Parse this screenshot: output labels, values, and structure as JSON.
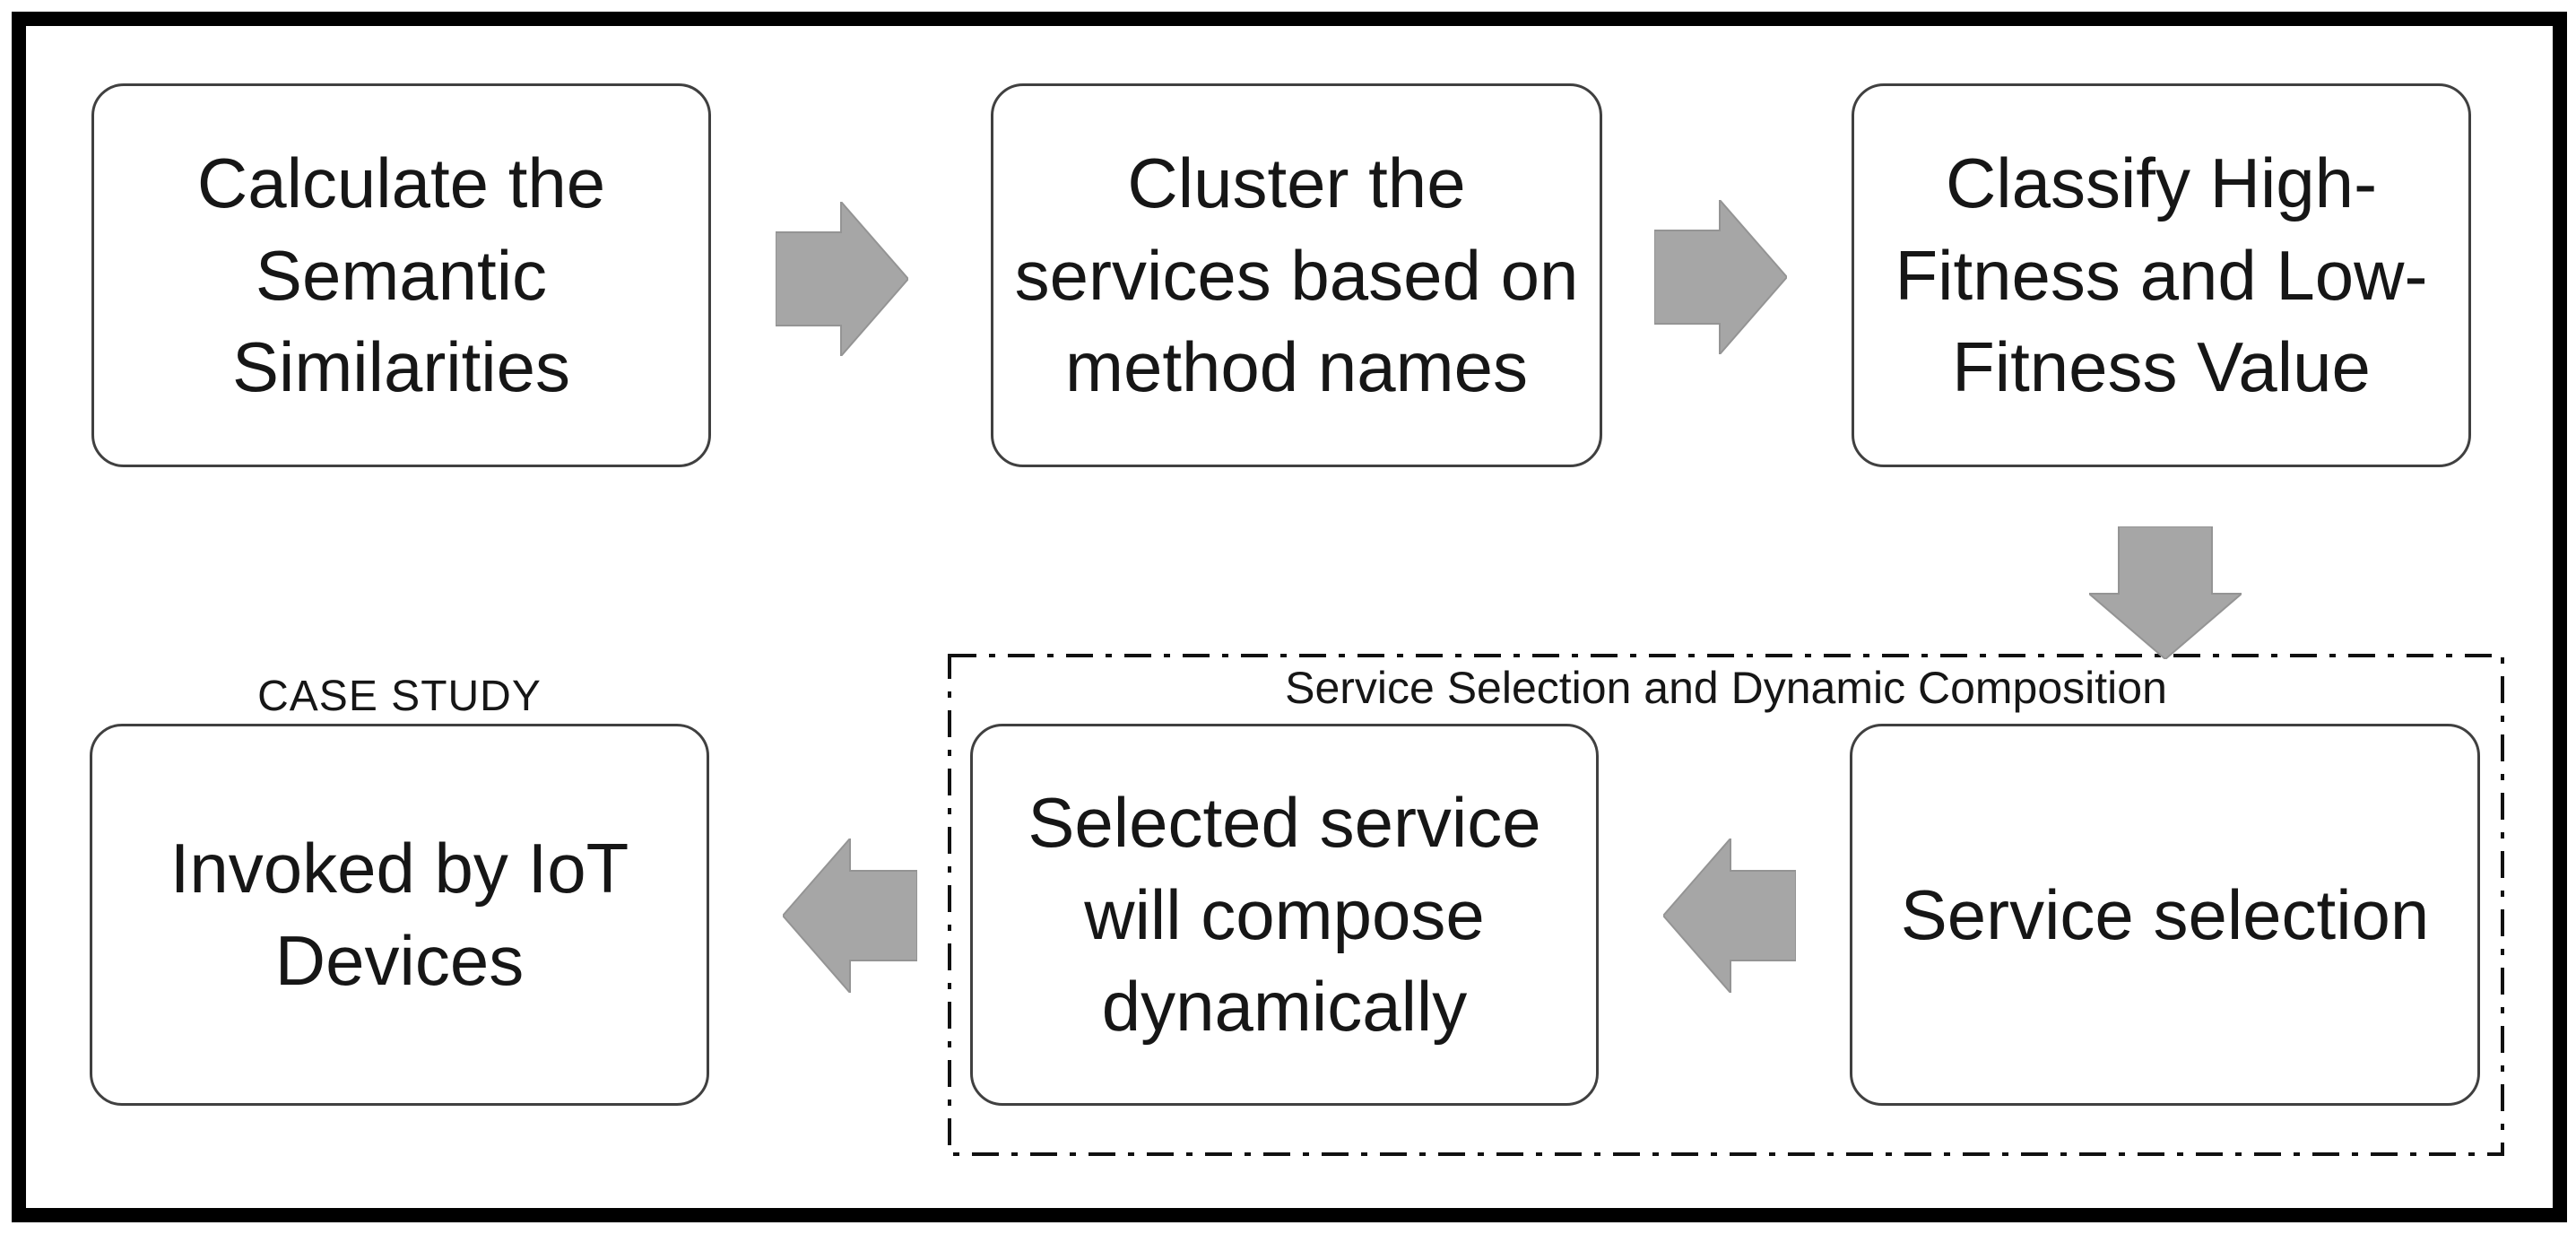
{
  "diagram": {
    "labels": {
      "case_study": "CASE STUDY",
      "group": "Service Selection and Dynamic Composition"
    },
    "nodes": {
      "calculate": "Calculate the\nSemantic\nSimilarities",
      "cluster": "Cluster the\nservices based on\nmethod names",
      "classify": "Classify High-\nFitness and Low-\nFitness Value",
      "invoked": "Invoked by IoT\nDevices",
      "selected": "Selected service\nwill compose\ndynamically",
      "service_selection": "Service selection"
    },
    "arrows": [
      {
        "name": "arrow-right-1",
        "direction": "right",
        "from": "calculate",
        "to": "cluster"
      },
      {
        "name": "arrow-right-2",
        "direction": "right",
        "from": "cluster",
        "to": "classify"
      },
      {
        "name": "arrow-down-1",
        "direction": "down",
        "from": "classify",
        "to": "service_selection"
      },
      {
        "name": "arrow-left-1",
        "direction": "left",
        "from": "service_selection",
        "to": "selected"
      },
      {
        "name": "arrow-left-2",
        "direction": "left",
        "from": "selected",
        "to": "invoked"
      }
    ],
    "colors": {
      "arrow_fill": "#a6a6a6",
      "box_border": "#404040",
      "outer_frame": "#000000",
      "dashed_border": "#111111",
      "text": "#161616",
      "background": "#ffffff"
    }
  }
}
